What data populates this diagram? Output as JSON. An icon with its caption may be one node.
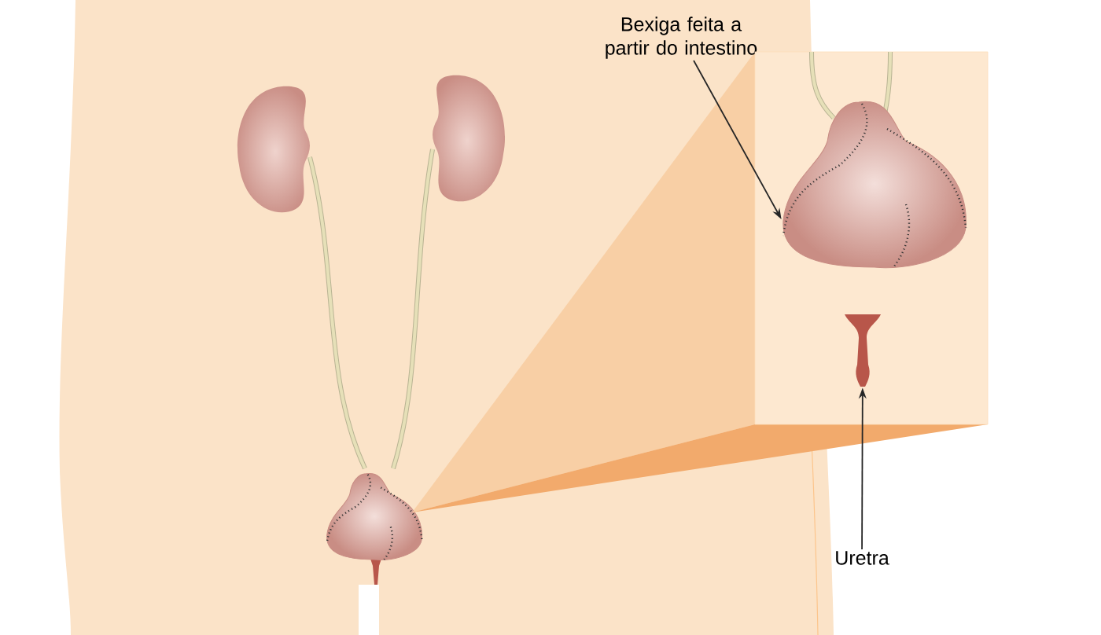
{
  "diagram": {
    "nodes": [
      {
        "text": [
          "Bexiga feita a partir do intestino"
        ]
      },
      {
        "text": [],
        "shape": "picture",
        "in": 3
      },
      {
        "text": [
          "Uretra"
        ]
      },
      {
        "text": [],
        "shape": "box"
      },
      {
        "text": [],
        "shape": "picture",
        "in": 3
      }
    ],
    "edges": [
      {
        "from": 0,
        "to": 1,
        "arrow": "to"
      },
      {
        "from": 2,
        "to": 4,
        "arrow": "to"
      }
    ]
  }
}
